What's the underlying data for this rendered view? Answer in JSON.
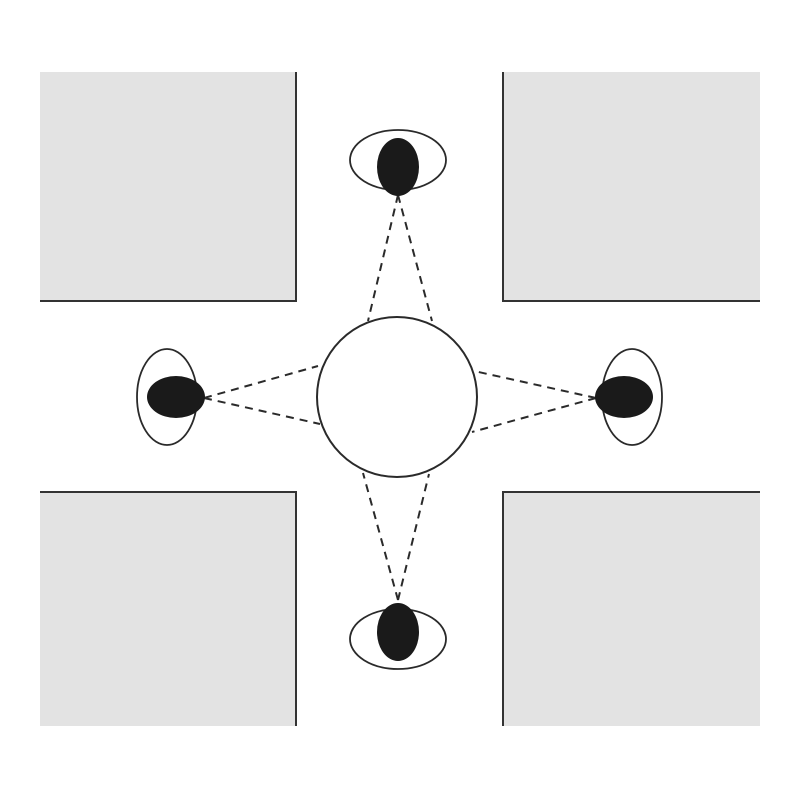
{
  "colors": {
    "background": "#ffffff",
    "block_fill": "#e3e3e3",
    "edge": "#333333",
    "line": "#2a2a2a",
    "pupil": "#1a1a1a"
  },
  "blocks": [
    {
      "id": "top-left",
      "icon": "building-block"
    },
    {
      "id": "top-right",
      "icon": "building-block"
    },
    {
      "id": "bottom-left",
      "icon": "building-block"
    },
    {
      "id": "bottom-right",
      "icon": "building-block"
    }
  ],
  "observers": [
    {
      "id": "top",
      "icon": "eye-icon",
      "facing": "down"
    },
    {
      "id": "left",
      "icon": "eye-icon",
      "facing": "right"
    },
    {
      "id": "right",
      "icon": "eye-icon",
      "facing": "left"
    },
    {
      "id": "bottom",
      "icon": "eye-icon",
      "facing": "up"
    }
  ],
  "center_object": {
    "icon": "circle-object"
  }
}
